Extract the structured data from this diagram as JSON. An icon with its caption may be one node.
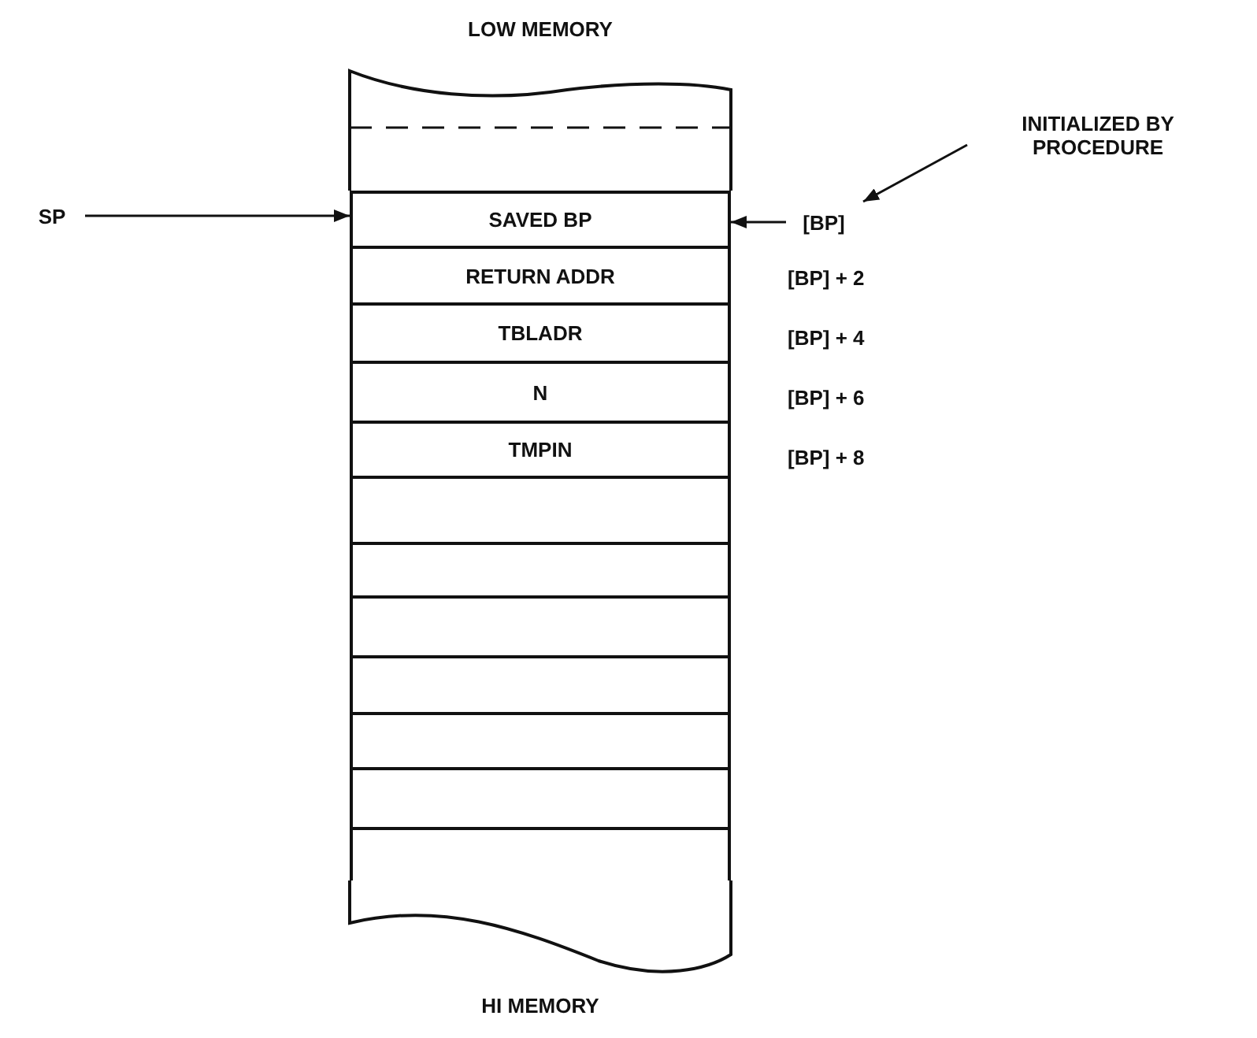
{
  "diagram": {
    "nodes": [
      {
        "text": [
          "SP"
        ]
      },
      {
        "text": [
          "SAVED BP"
        ]
      },
      {
        "text": [
          "RETURN ADDR"
        ]
      },
      {
        "text": [
          "TBLADR"
        ]
      },
      {
        "text": [
          "N"
        ]
      },
      {
        "text": [
          "TMPIN"
        ]
      },
      {
        "text": [],
        "shape": "box"
      },
      {
        "text": [],
        "shape": "box"
      },
      {
        "text": [],
        "shape": "box"
      },
      {
        "text": [],
        "shape": "box"
      },
      {
        "text": [],
        "shape": "box"
      },
      {
        "text": [],
        "shape": "box"
      },
      {
        "text": [],
        "shape": "box"
      },
      {
        "text": [
          "[BP]"
        ]
      },
      {
        "text": [
          "INITIALIZED BY PROCEDURE"
        ]
      }
    ],
    "edges": [
      {
        "from": 0,
        "to": 1,
        "arrow": "to"
      },
      {
        "from": 13,
        "to": 1,
        "arrow": "to"
      },
      {
        "from": 14,
        "to": 13,
        "arrow": "to"
      }
    ],
    "labels": [
      "LOW MEMORY",
      "[BP] + 2",
      "[BP] + 4",
      "[BP] + 6",
      "[BP] + 8",
      "HI MEMORY"
    ]
  }
}
